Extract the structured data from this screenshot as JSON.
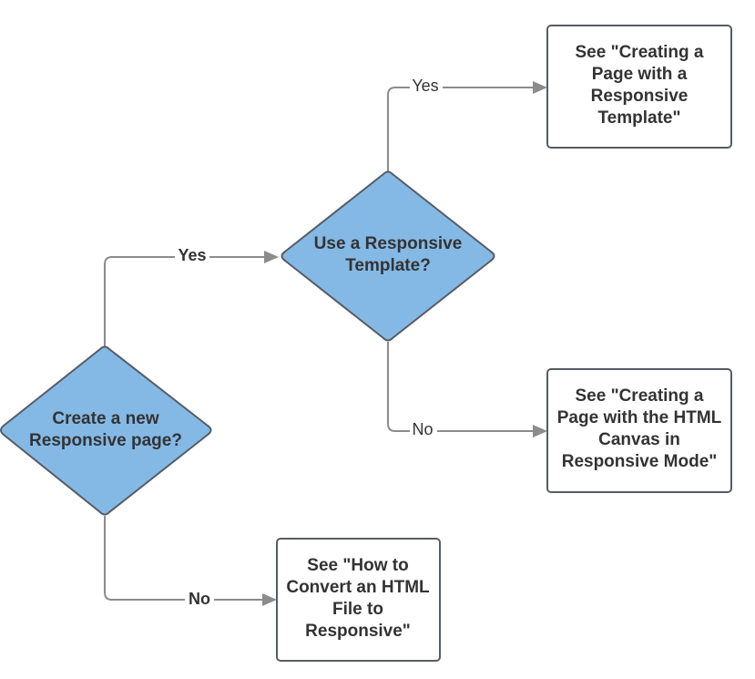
{
  "nodes": {
    "create_new": {
      "lines": [
        "Create a new",
        "Responsive page?"
      ]
    },
    "use_template": {
      "lines": [
        "Use a Responsive",
        "Template?"
      ]
    },
    "creating_template": {
      "lines": [
        "See \"Creating a",
        "Page with a",
        "Responsive",
        "Template\""
      ]
    },
    "creating_canvas": {
      "lines": [
        "See \"Creating a",
        "Page with the HTML",
        "Canvas in",
        "Responsive Mode\""
      ]
    },
    "convert_html": {
      "lines": [
        "See \"How to",
        "Convert an HTML",
        "File to",
        "Responsive\""
      ]
    }
  },
  "edges": {
    "create_yes": "Yes",
    "create_no": "No",
    "template_yes": "Yes",
    "template_no": "No"
  },
  "colors": {
    "decision_fill": "#85b9e5",
    "shape_stroke": "#555c66",
    "connector": "#8c8c8c",
    "text": "#333333"
  }
}
